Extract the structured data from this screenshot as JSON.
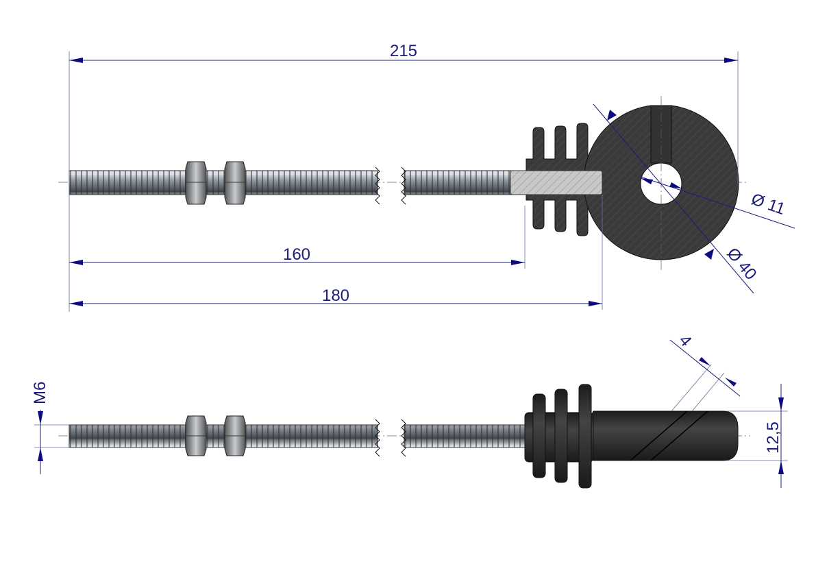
{
  "drawing": {
    "dimensions": {
      "overall_length": "215",
      "thread_length": "160",
      "rod_length": "180",
      "hole_diameter": "Ø 11",
      "disc_diameter": "Ø 40",
      "slot_width": "4",
      "insulator_height": "12,5",
      "thread_size": "M6"
    },
    "colors": {
      "dimension": "#1c1c7a",
      "insulator": "#3a3a3a",
      "steel": "#9aa0a8"
    }
  }
}
